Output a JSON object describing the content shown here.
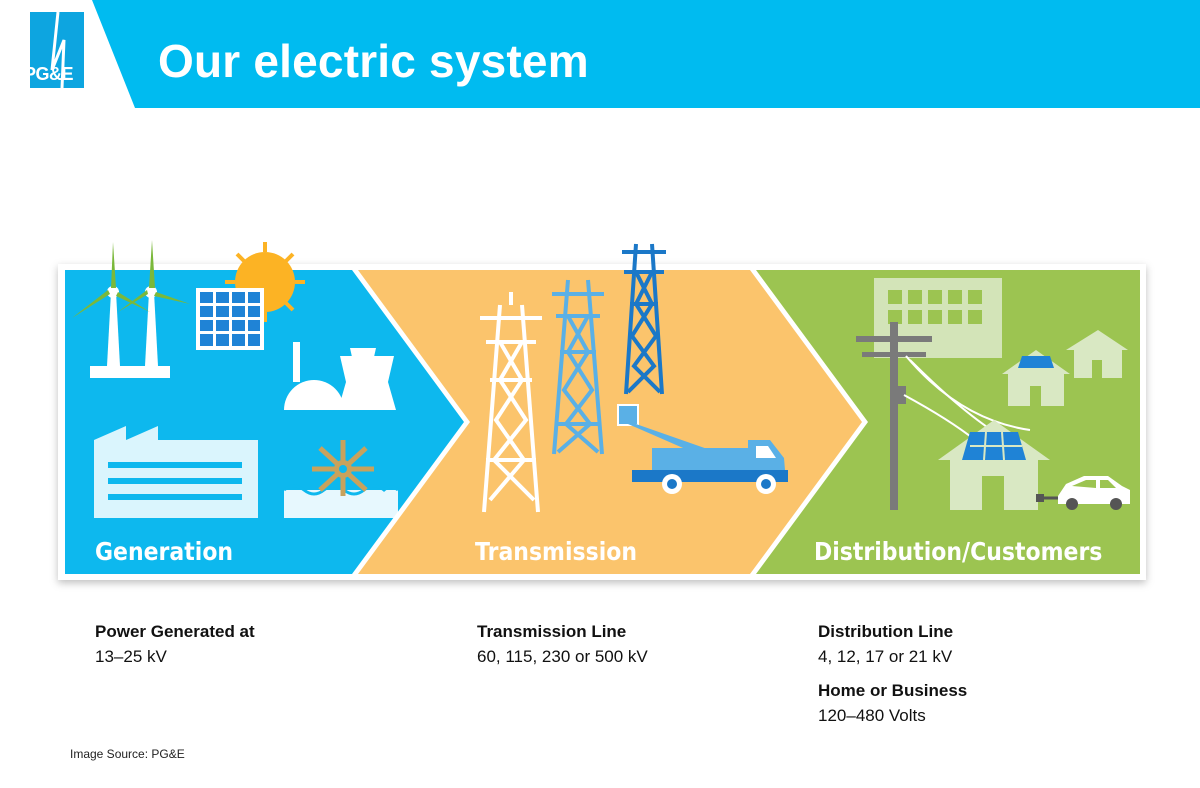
{
  "header": {
    "title": "Our electric system",
    "logo_text": "PG&E",
    "colors": {
      "banner": "#00bbf0",
      "logo_panel": "#0da5e0"
    }
  },
  "stages": [
    {
      "label": "Generation",
      "color": "#0db8ee",
      "icons": [
        "wind-turbine-icon",
        "solar-panel-icon",
        "sun-icon",
        "power-plant-icon",
        "factory-icon",
        "water-wheel-icon"
      ]
    },
    {
      "label": "Transmission",
      "color": "#fbc46c",
      "icons": [
        "transmission-tower-icon",
        "bucket-truck-icon"
      ]
    },
    {
      "label": "Distribution/Customers",
      "color": "#9cc451",
      "icons": [
        "office-building-icon",
        "utility-pole-icon",
        "house-icon",
        "solar-panel-icon",
        "electric-car-icon"
      ]
    }
  ],
  "specs": {
    "generation": {
      "title": "Power Generated at",
      "value": "13–25 kV"
    },
    "transmission": {
      "title": "Transmission Line",
      "value": "60, 115, 230 or 500 kV"
    },
    "distribution": {
      "title": "Distribution Line",
      "value": "4, 12, 17 or 21 kV"
    },
    "home": {
      "title": "Home or Business",
      "value": "120–480 Volts"
    }
  },
  "footer": {
    "source": "Image Source: PG&E"
  }
}
